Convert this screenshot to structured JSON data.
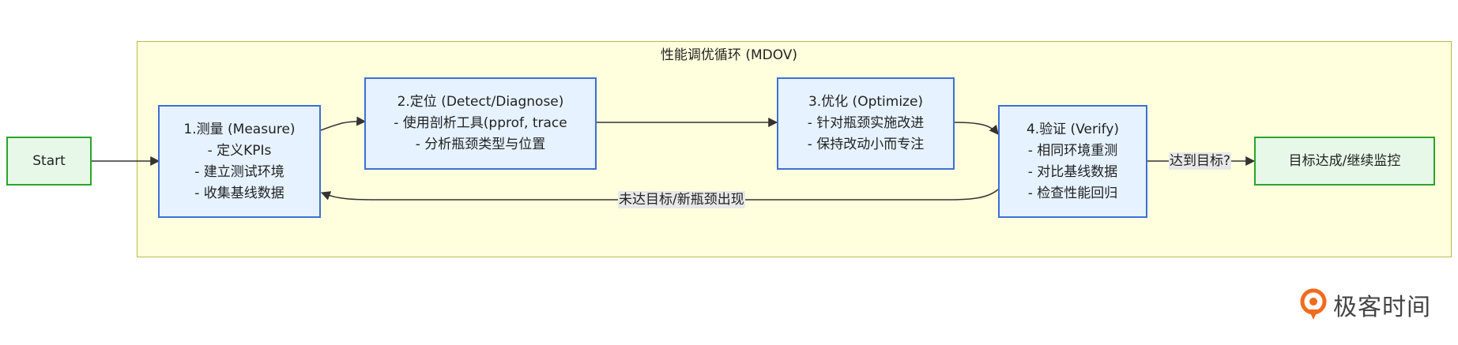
{
  "cluster": {
    "title": "性能调优循环 (MDOV)"
  },
  "nodes": {
    "start": {
      "label": "Start"
    },
    "measure": {
      "lines": [
        "1.测量 (Measure)",
        "- 定义KPIs",
        "- 建立测试环境",
        "- 收集基线数据"
      ]
    },
    "detect": {
      "lines": [
        "2.定位 (Detect/Diagnose)",
        "- 使用剖析工具(pprof, trace",
        "- 分析瓶颈类型与位置"
      ]
    },
    "optimize": {
      "lines": [
        "3.优化 (Optimize)",
        "- 针对瓶颈实施改进",
        "- 保持改动小而专注"
      ]
    },
    "verify": {
      "lines": [
        "4.验证 (Verify)",
        "- 相同环境重测",
        "- 对比基线数据",
        "- 检查性能回归"
      ]
    },
    "done": {
      "label": "目标达成/继续监控"
    }
  },
  "edge_labels": {
    "reached": "达到目标?",
    "not_reached": "未达目标/新瓶颈出现"
  },
  "logo": {
    "text": "极客时间"
  },
  "colors": {
    "cluster_fill": "#ffffde",
    "cluster_border": "#b8b84c",
    "step_fill": "#e6f2ff",
    "step_border": "#3d6fd6",
    "terminal_fill": "#e8f8e8",
    "terminal_border": "#2aa52a",
    "logo_accent": "#f26b1d"
  }
}
